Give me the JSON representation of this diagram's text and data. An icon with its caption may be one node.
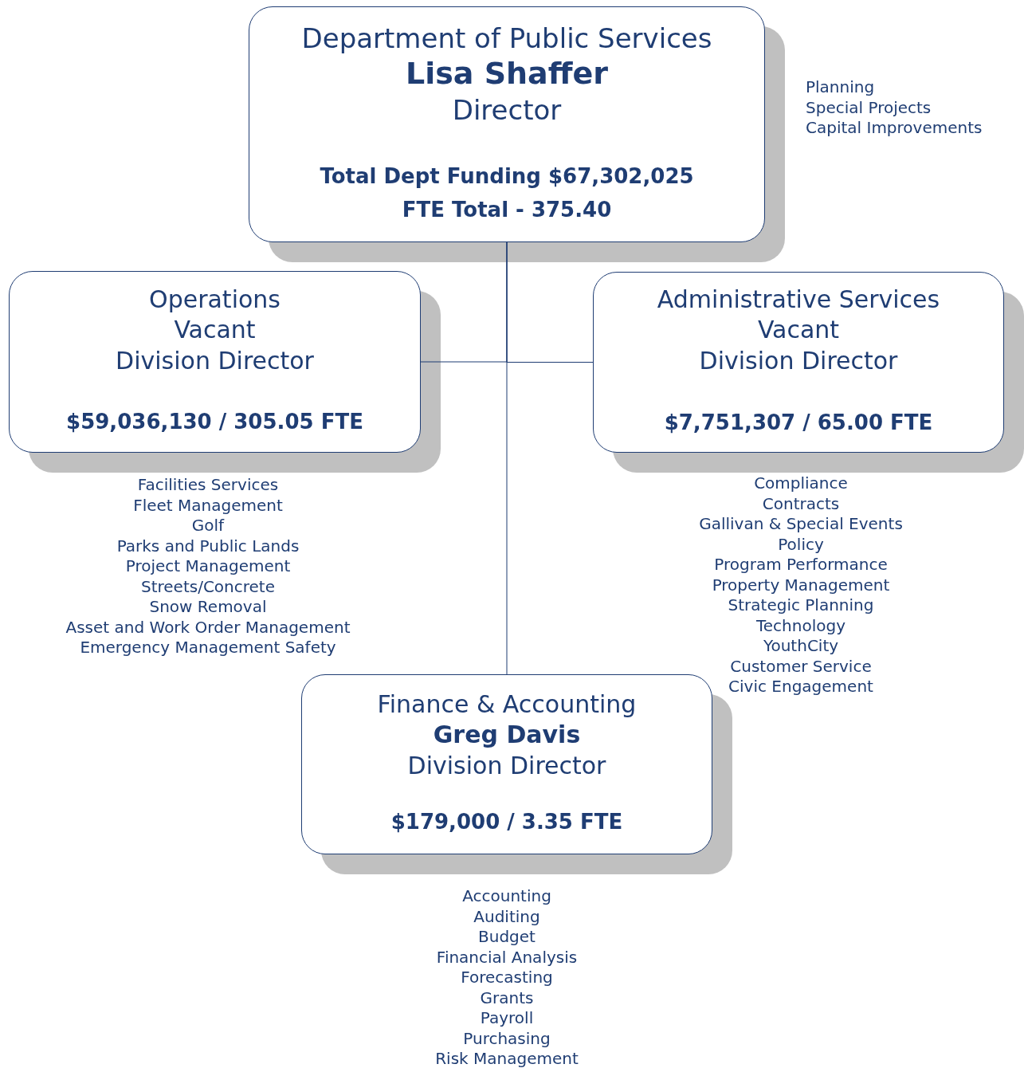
{
  "diagram": {
    "nodes": [
      {
        "text": [
          "Department of Public Services",
          "Lisa Shaffer",
          "Director",
          "Total Dept Funding $67,302,025",
          "FTE Total - 375.40"
        ],
        "beside": [
          "Planning",
          "Special Projects",
          "Capital Improvements"
        ]
      },
      {
        "text": [
          "Operations",
          "Vacant",
          "Division Director",
          "$59,036,130 / 305.05 FTE"
        ],
        "beside": [
          "Facilities Services",
          "Fleet Management",
          "Golf",
          "Parks and Public Lands",
          "Project Management",
          "Streets/Concrete",
          "Snow Removal",
          "Asset and Work Order Management",
          "Emergency Management Safety"
        ]
      },
      {
        "text": [
          "Administrative Services",
          "Vacant",
          "Division Director",
          "$7,751,307 / 65.00 FTE"
        ],
        "beside": [
          "Compliance",
          "Contracts",
          "Gallivan & Special Events",
          "Policy",
          "Program Performance",
          "Property Management",
          "Strategic Planning",
          "Technology",
          "YouthCity",
          "Customer Service",
          "Civic Engagement"
        ]
      },
      {
        "text": [
          "Finance & Accounting",
          "Greg Davis",
          "Division Director",
          "$179,000 / 3.35 FTE"
        ],
        "beside": [
          "Accounting",
          "Auditing",
          "Budget",
          "Financial Analysis",
          "Forecasting",
          "Grants",
          "Payroll",
          "Purchasing",
          "Risk Management"
        ]
      }
    ],
    "edges": [
      {
        "from": 0,
        "to": 1,
        "arrow": "none"
      },
      {
        "from": 0,
        "to": 2,
        "arrow": "none"
      },
      {
        "from": 0,
        "to": 3,
        "arrow": "none"
      }
    ]
  }
}
